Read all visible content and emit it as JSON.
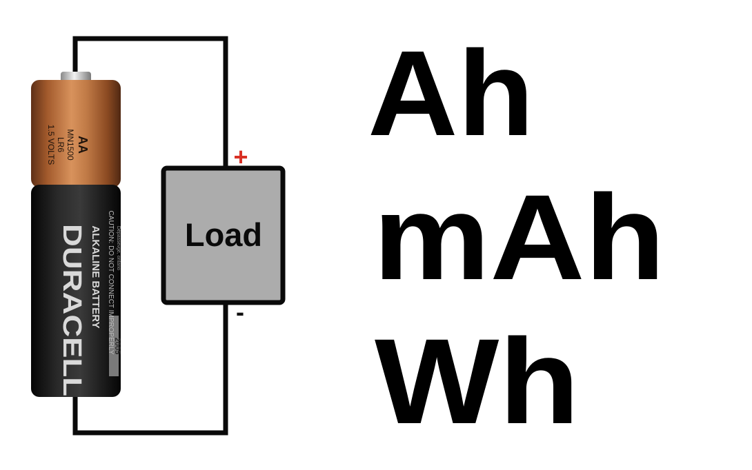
{
  "colors": {
    "background": "#ffffff",
    "wire": "#0a0a0a",
    "load_fill": "#acacac",
    "plus_sign": "#d93025",
    "minus_sign": "#111111",
    "battery_copper": "#b86a3a",
    "battery_black": "#1a1a1a",
    "battery_text": "#d9d9d9"
  },
  "battery": {
    "size": "AA",
    "model": "MN1500",
    "iec_code": "LR6",
    "voltage": "1.5 VOLTS",
    "brand": "DURACELL",
    "chemistry": "ALKALINE BATTERY",
    "warning": "CAUTION: DO NOT CONNECT IMPROPERLY",
    "date_code": "2005",
    "fine_print": "Dépassevge, ontario"
  },
  "circuit": {
    "load_label": "Load",
    "plus_symbol": "+",
    "minus_symbol": "-"
  },
  "units": [
    "Ah",
    "mAh",
    "Wh"
  ]
}
